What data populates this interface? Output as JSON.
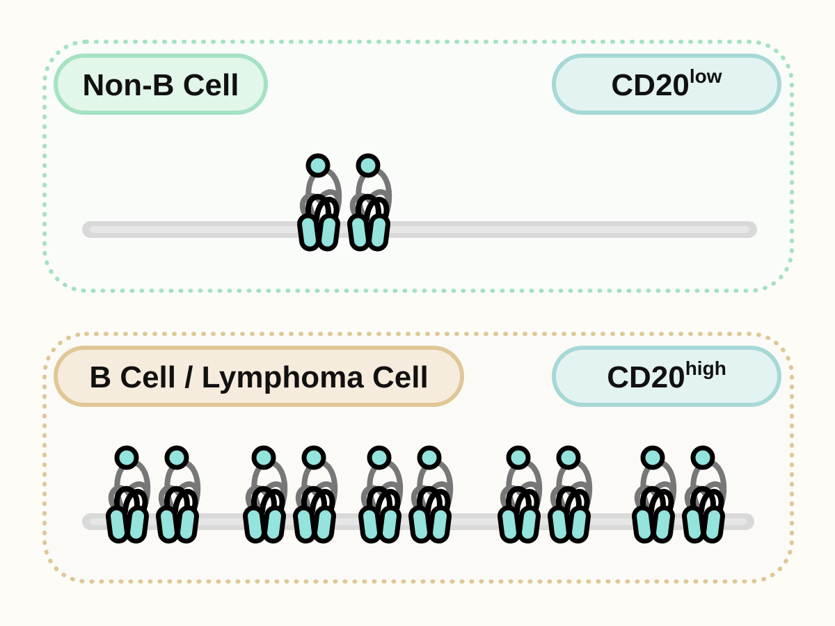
{
  "colors": {
    "background": "#fdfcf7",
    "panel_top_fill": "#fafcfa",
    "panel_top_border": "#a4e2c2",
    "panel_bottom_fill": "#fbfaf6",
    "panel_bottom_border": "#dfc796",
    "label_nonb_fill": "#e3f6ea",
    "label_nonb_border": "#a4e2c2",
    "label_b_fill": "#f6ecdd",
    "label_b_border": "#dfc796",
    "cd20_badge_fill": "#e3f3f2",
    "cd20_badge_border": "#a6d9d6",
    "membrane": "#d9d9d9",
    "membrane_inner": "#e6e6e6",
    "protein_fill": "#94e3dd",
    "protein_outline": "#000000",
    "loop_stroke": "#777777"
  },
  "icons": {
    "cd20_protein": "cd20-tetraspanin-dimer-icon"
  },
  "panels": {
    "non_b": {
      "cell_label": "Non-B Cell",
      "expression": {
        "prefix": "CD20",
        "level": "low"
      },
      "cd20_dimer_count": 1
    },
    "b_cell": {
      "cell_label": "B Cell / Lymphoma Cell",
      "expression": {
        "prefix": "CD20",
        "level": "high"
      },
      "cd20_dimer_count": 5
    }
  }
}
